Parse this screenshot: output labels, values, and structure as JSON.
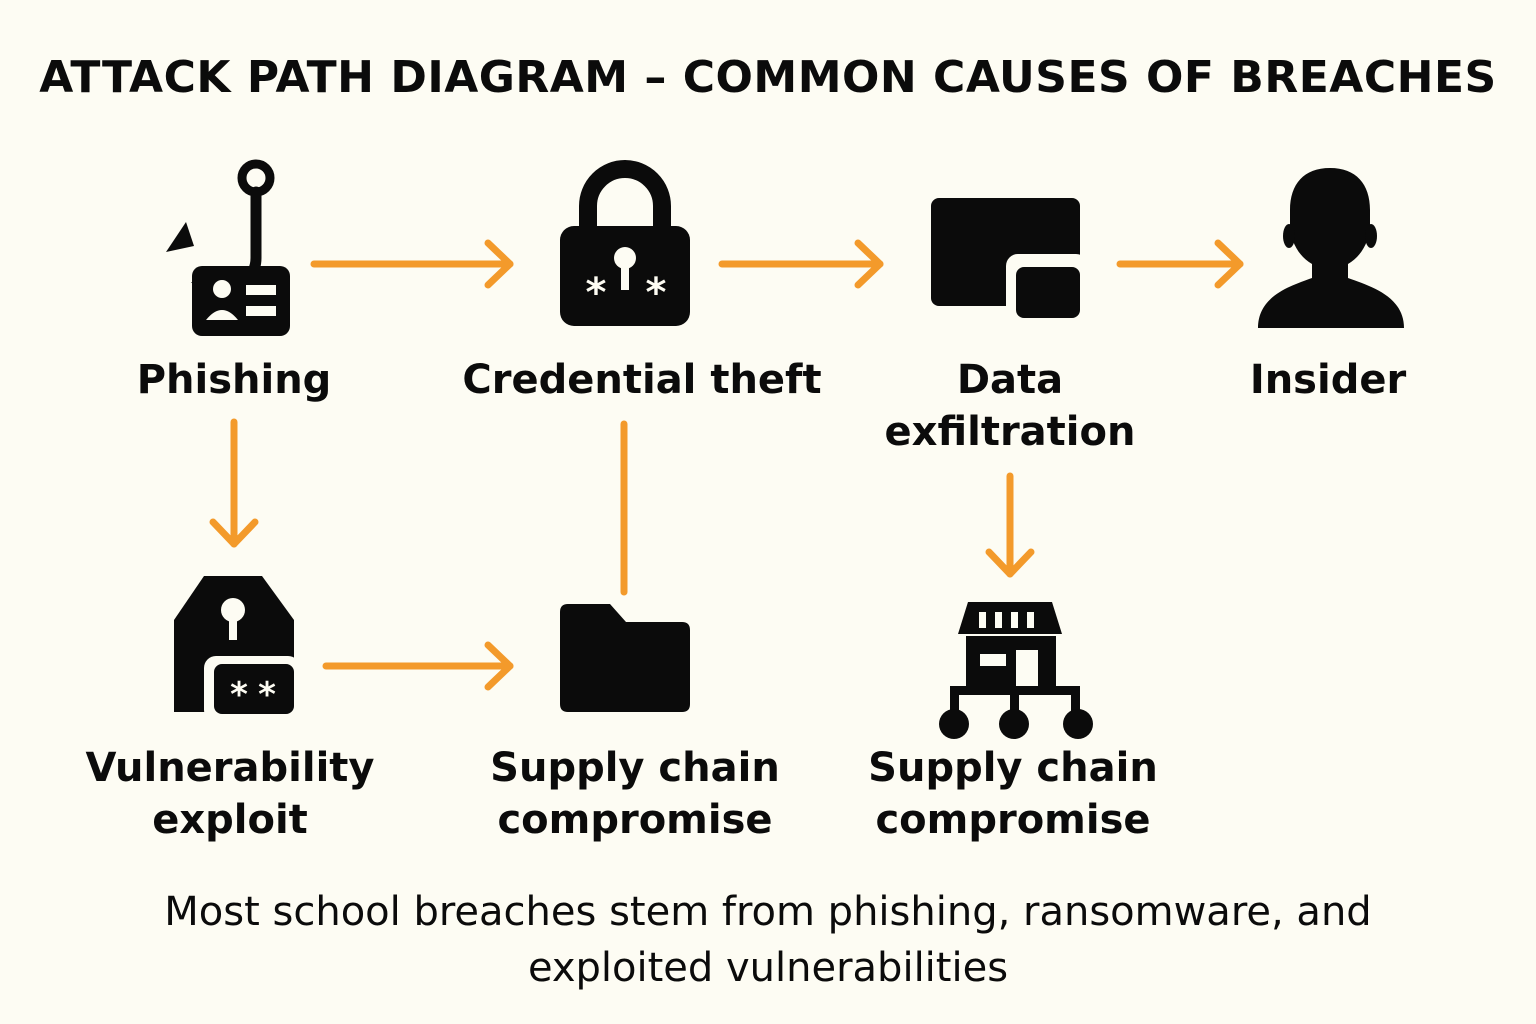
{
  "title": "ATTACK PATH DIAGRAM – COMMON CAUSES OF BREACHES",
  "nodes": {
    "phishing": {
      "label": "Phishing",
      "icon": "fishhook-id-card-icon"
    },
    "credential_theft": {
      "label": "Credential theft",
      "icon": "padlock-icon"
    },
    "data_exfiltration": {
      "line1": "Data",
      "line2": "exfiltration",
      "icon": "device-window-icon"
    },
    "insider": {
      "label": "Insider",
      "icon": "person-silhouette-icon"
    },
    "vulnerability_exploit": {
      "line1": "Vulnerability",
      "line2": "exploit",
      "icon": "house-keyhole-icon"
    },
    "supply_chain_1": {
      "line1": "Supply chain",
      "line2": "compromise",
      "icon": "folder-icon"
    },
    "supply_chain_2": {
      "line1": "Supply chain",
      "line2": "compromise",
      "icon": "storefront-network-icon"
    }
  },
  "caption": {
    "line1": "Most school breaches stem from phishing, ransomware, and",
    "line2": "exploited vulnerabilities"
  },
  "colors": {
    "background": "#fdfcf3",
    "arrow": "#f39a2b",
    "icon": "#0b0b0b"
  }
}
